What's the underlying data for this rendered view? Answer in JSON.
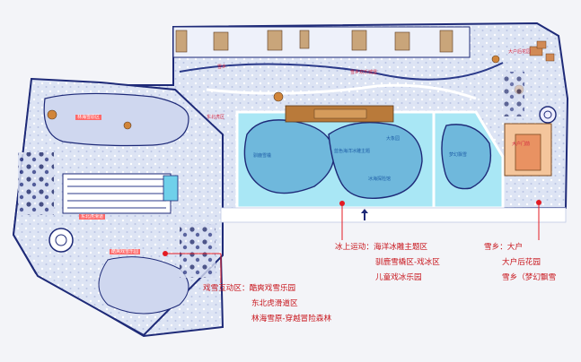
{
  "map_tags": {
    "forest_zone": "林海雪原区",
    "snow_village": "雪乡",
    "snow_castle": "雪乡欢乐城堡",
    "east_zone": "东北虎区",
    "east_slide": "东北虎滑道",
    "amusement": "酷爽戏雪乐园",
    "whale_area": "驯鹿雪橇",
    "ocean_theme": "蓝色海洋冰雕主题",
    "ice_children": "大象园",
    "ice_park": "冰海探险馆",
    "dahu_garden": "大户后花园",
    "dahu": "大户门前",
    "dream_village": "梦幻飘雪"
  },
  "legend": {
    "snow_play": {
      "title": "戏雪互动区：酷爽戏雪乐园",
      "items": [
        "东北虎滑道区",
        "林海雪原-穿越冒险森林"
      ]
    },
    "ice_sports": {
      "title": "冰上运动：海洋冰雕主题区",
      "items": [
        "驯鹿雪橇区-戏冰区",
        "儿童戏冰乐园"
      ]
    },
    "snow_town": {
      "title": "雪乡：大户",
      "items": [
        "大户后花园",
        "雪乡（梦幻飘雪"
      ]
    }
  },
  "colors": {
    "outline": "#1e2a78",
    "snow_fill": "#dfe6f5",
    "ice_fill": "#a9e7f5",
    "pond_fill": "#6fb8dc",
    "marker_red": "#e31b23",
    "label_red": "#c8161d"
  }
}
